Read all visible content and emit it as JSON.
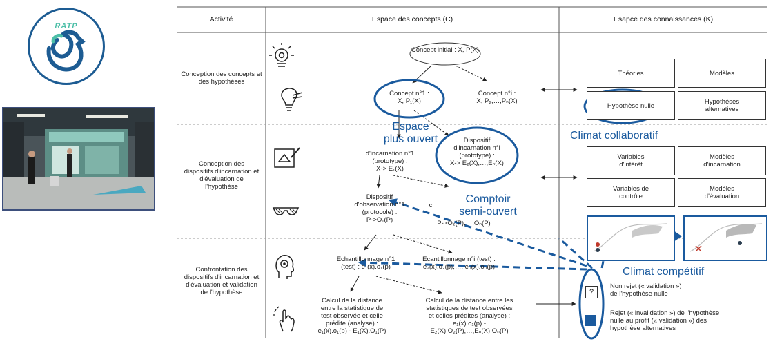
{
  "logo": {
    "text": "RATP",
    "colors": {
      "blue": "#1d5c93",
      "green": "#4dbfa8"
    }
  },
  "photo": {
    "subject": "station-kiosk"
  },
  "headers": {
    "activity": "Activité",
    "concepts": "Espace des concepts (C)",
    "knowledge": "Esapce des connaissances (K)"
  },
  "activities": [
    {
      "label": "Conception des concepts et des hypothèses"
    },
    {
      "label": "Conception des dispositifs d'incarnation et d'évaluation de l'hypothèse"
    },
    {
      "label": "Confrontation des dispositifs d'incarnation et d'évaluation et validation de l'hypothèse"
    }
  ],
  "icons": [
    "settings-lightbulb-icon",
    "hand-lightbulb-icon",
    "design-drawing-icon",
    "sunglasses-icon",
    "head-thinking-icon",
    "gesture-hand-icon"
  ],
  "concepts": {
    "initial": "Concept initial : X, P(X)",
    "c1": {
      "line1": "Concept n°1 :",
      "line2": "X, P₁(X)"
    },
    "ci": {
      "line1": "Concept n°i :",
      "line2": "X, P₂,…,Pₙ(X)"
    },
    "d1": {
      "line1": "d'incarnation n°1",
      "line2": "(prototype) :",
      "line3": "X-> E₁(X)"
    },
    "di": {
      "line1": "Dispositif",
      "line2": "d'incarnation n°i",
      "line3": "(prototype) :",
      "line4": "X-> E₂(X),…,Eₙ(X)"
    },
    "o1": {
      "line1": "Dispositif",
      "line2": "d'observation n°1",
      "line3": "(protocole) :",
      "line4": "P->O₁(P)"
    },
    "oi": {
      "fragment": "c",
      "line": "P->O₂(P),…,Oₙ(P)"
    },
    "e1": {
      "line1": "Echantillonnage n°1",
      "line2": "(test) : e₁(x).o₁(p)"
    },
    "ei": {
      "line1": "Ecantillonnage n°i (test) :",
      "line2": "e₂(x).o₂(p),…, eₙ(x).oₙ(p)"
    },
    "calc1": {
      "line1": "Calcul de la distance",
      "line2": "entre la statistique de",
      "line3": "test observée et celle",
      "line4": "prédite (analyse) :",
      "line5": "e₁(x).o₁(p) - E₁(X).O₁(P)"
    },
    "calci": {
      "line1": "Calcul de la distance entre les",
      "line2": "statistiques de test observées",
      "line3": "et celles prédites (analyse) :",
      "line4": "e₁(x).o₁(p) -",
      "line5": "E₂(X).O₂(P),…,Eₙ(X).Oₙ(P)"
    }
  },
  "annotations": {
    "espace": {
      "line1": "Espace",
      "line2": "plus ouvert"
    },
    "comptoir": {
      "line1": "Comptoir",
      "line2": "semi-ouvert"
    },
    "collab": "Climat collaboratif",
    "compet": "Climat compétitif",
    "color": "#1a5a9e"
  },
  "knowledge": {
    "theories": "Théories",
    "modeles": "Modèles",
    "hyp_nulle": "Hypothèse nulle",
    "hyp_alt": {
      "line1": "Hypothèses",
      "line2": "alternatives"
    },
    "var_interet": {
      "line1": "Variables",
      "line2": "d'intérêt"
    },
    "mod_incarnation": {
      "line1": "Modèles",
      "line2": "d'incarnation"
    },
    "var_controle": {
      "line1": "Variables de",
      "line2": "contrôle"
    },
    "mod_evaluation": {
      "line1": "Modèles",
      "line2": "d'évaluation"
    }
  },
  "results": {
    "q_symbol": "?",
    "non_rejet": {
      "line1": "Non rejet (« validation »)",
      "line2": "de l'hypothèse nulle"
    },
    "rejet": {
      "line1": "Rejet (« invalidation ») de l'hypothèse",
      "line2": "nulle au profit (« validation ») des",
      "line3": "hypothèse alternatives"
    }
  }
}
